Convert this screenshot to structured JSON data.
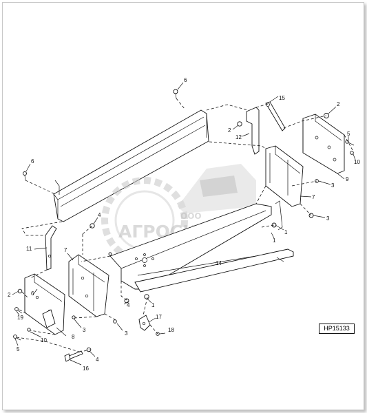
{
  "reference": "HP15133",
  "watermark": {
    "small": "ООО",
    "main": "АГРОСНАБ"
  },
  "callouts": [
    {
      "id": "c6a",
      "text": "6"
    },
    {
      "id": "c15",
      "text": "15"
    },
    {
      "id": "c2a",
      "text": "2"
    },
    {
      "id": "c2b",
      "text": "2"
    },
    {
      "id": "c12",
      "text": "12"
    },
    {
      "id": "c5a",
      "text": "5"
    },
    {
      "id": "c10a",
      "text": "10"
    },
    {
      "id": "c6b",
      "text": "6"
    },
    {
      "id": "c9",
      "text": "9"
    },
    {
      "id": "c3a",
      "text": "3"
    },
    {
      "id": "c7a",
      "text": "7"
    },
    {
      "id": "c3b",
      "text": "3"
    },
    {
      "id": "c4a",
      "text": "4"
    },
    {
      "id": "c1a",
      "text": "1"
    },
    {
      "id": "c1b",
      "text": "1"
    },
    {
      "id": "c11",
      "text": "11"
    },
    {
      "id": "c7b",
      "text": "7"
    },
    {
      "id": "c14",
      "text": "14"
    },
    {
      "id": "c2c",
      "text": "2"
    },
    {
      "id": "c6c",
      "text": "6"
    },
    {
      "id": "c4b",
      "text": "4"
    },
    {
      "id": "c1c",
      "text": "1"
    },
    {
      "id": "c19",
      "text": "19"
    },
    {
      "id": "c8",
      "text": "8"
    },
    {
      "id": "c3c",
      "text": "3"
    },
    {
      "id": "c17",
      "text": "17"
    },
    {
      "id": "c18",
      "text": "18"
    },
    {
      "id": "c10b",
      "text": "10"
    },
    {
      "id": "c3d",
      "text": "3"
    },
    {
      "id": "c5b",
      "text": "5"
    },
    {
      "id": "c4c",
      "text": "4"
    },
    {
      "id": "c16",
      "text": "16"
    }
  ]
}
